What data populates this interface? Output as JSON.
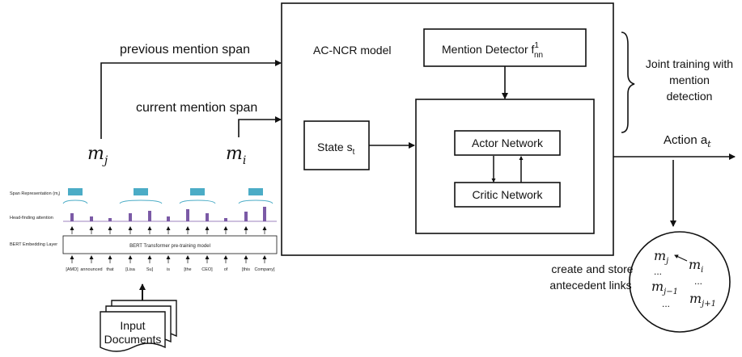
{
  "labels": {
    "previous_mention_span": "previous mention span",
    "current_mention_span": "current mention span",
    "mj": "m",
    "mj_sub": "j",
    "mi": "m",
    "mi_sub": "i",
    "model_title": "AC-NCR model",
    "mention_detector": "Mention Detector f",
    "mention_detector_sub": "nn",
    "mention_detector_sup": "1",
    "state": "State s",
    "state_sub": "t",
    "actor_network": "Actor Network",
    "critic_network": "Critic Network",
    "joint_training_1": "Joint training with",
    "joint_training_2": "mention",
    "joint_training_3": "detection",
    "action": "Action a",
    "action_sub": "t",
    "create_store_1": "create and store",
    "create_store_2": "antecedent links",
    "input_documents_1": "Input",
    "input_documents_2": "Documents"
  },
  "bert_panel": {
    "span_representation": "Span Representation (m",
    "span_representation_sub": "i",
    "span_representation_end": ")",
    "head_finding": "Head-finding attention",
    "bert_embedding": "BERT Embedding Layer",
    "bert_transformer": "BERT Transformer pre-training model",
    "tokens": [
      "[AMD]",
      "announced",
      "that",
      "[Lisa",
      "Su]",
      "is",
      "[the",
      "CEO]",
      "of",
      "[this",
      "Company]"
    ],
    "token_colors": [
      "#e03030",
      "#222222",
      "#222222",
      "#3a78c8",
      "#3a78c8",
      "#222222",
      "#3a78c8",
      "#3a78c8",
      "#222222",
      "#e03030",
      "#e03030"
    ]
  },
  "circle": {
    "mj": "m",
    "mj_sub": "j",
    "mi": "m",
    "mi_sub": "i",
    "dots1": "...",
    "dots2": "...",
    "dots3": "...",
    "mj1": "m",
    "mj1_sub": "j−1",
    "mjp1": "m",
    "mjp1_sub": "j+1"
  },
  "colors": {
    "span_box": "#4bacc6",
    "attention_bar": "#7b5aa6",
    "bracket": "#4bacc6"
  }
}
